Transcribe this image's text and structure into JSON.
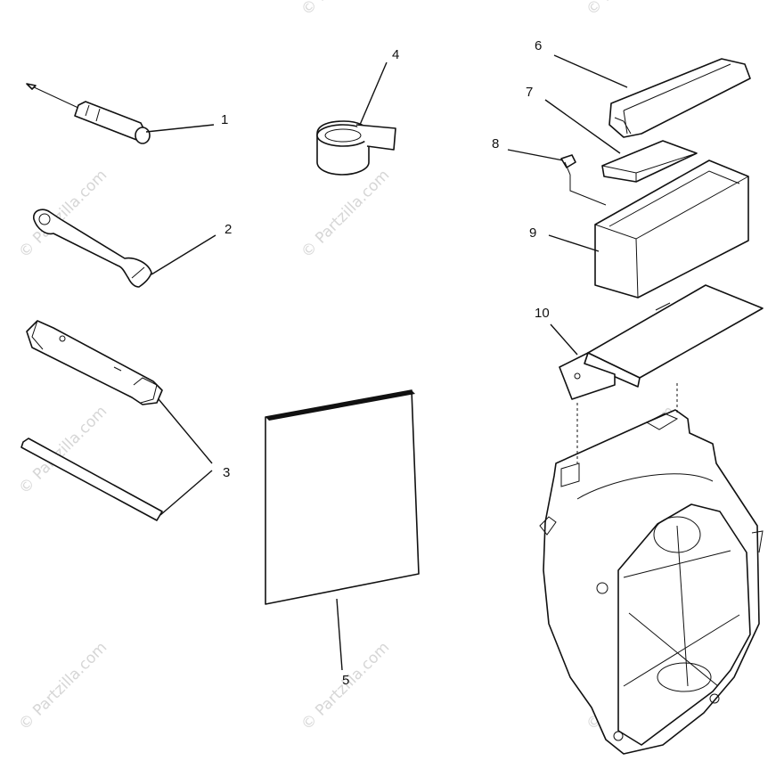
{
  "watermark": {
    "text": "© Partzilla.com",
    "color": "#d6d6d6"
  },
  "callouts": [
    "1",
    "2",
    "3",
    "4",
    "5",
    "6",
    "7",
    "8",
    "9",
    "10"
  ],
  "icons": {
    "screwdriver": "screwdriver-icon",
    "wrench": "wrench-icon",
    "socket": "socket-wrench-icon",
    "rod": "tommy-bar-icon",
    "tape": "tape-roll-icon",
    "manual": "owners-manual-icon",
    "cover": "battery-cover-icon",
    "pad": "pad-icon",
    "screw": "screw-icon",
    "box": "battery-box-icon",
    "bracket": "bracket-icon",
    "housing": "recoil-housing-icon"
  }
}
